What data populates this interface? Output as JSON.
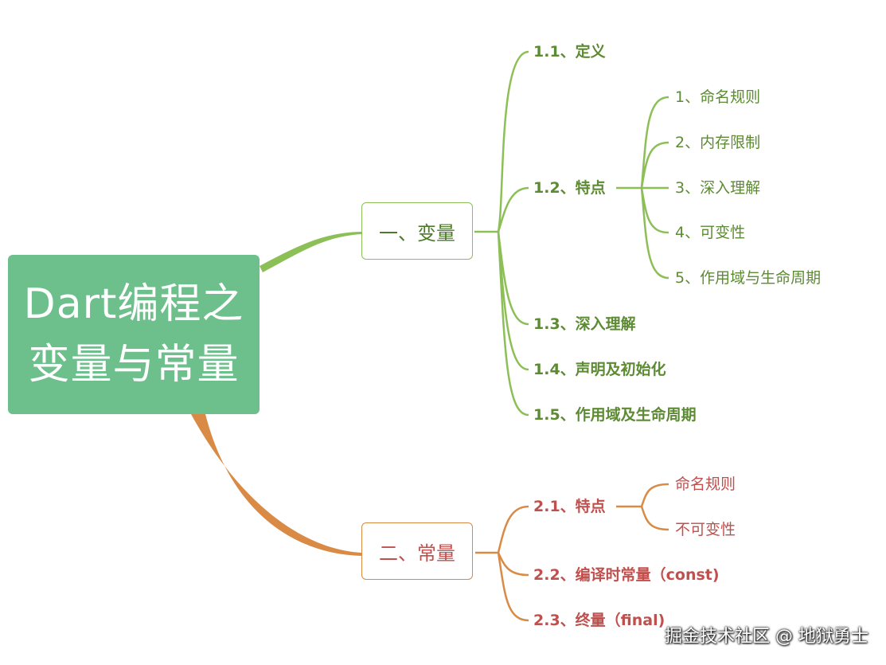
{
  "root": {
    "title_line1": "Dart编程之",
    "title_line2": "变量与常量",
    "color": "#6dbf8c"
  },
  "branches": {
    "variables": {
      "label": "一、变量",
      "color": "#8dbf57",
      "children": [
        {
          "label": "1.1、定义"
        },
        {
          "label": "1.2、特点",
          "children": [
            "1、命名规则",
            "2、内存限制",
            "3、深入理解",
            "4、可变性",
            "5、作用域与生命周期"
          ]
        },
        {
          "label": "1.3、深入理解"
        },
        {
          "label": "1.4、声明及初始化"
        },
        {
          "label": "1.5、作用域及生命周期"
        }
      ]
    },
    "constants": {
      "label": "二、常量",
      "color": "#d98a45",
      "children": [
        {
          "label": "2.1、特点",
          "children": [
            "命名规则",
            "不可变性"
          ]
        },
        {
          "label": "2.2、编译时常量（const)"
        },
        {
          "label": "2.3、终量（final)"
        }
      ]
    }
  },
  "watermark": "掘金技术社区 @ 地狱勇士"
}
